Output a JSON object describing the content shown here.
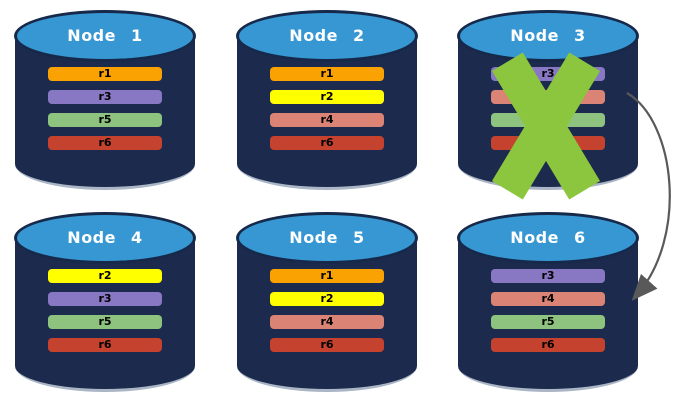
{
  "diagram": {
    "nodes": [
      {
        "label": "Node 1",
        "failed": false,
        "replicas": [
          {
            "name": "r1",
            "color": "#F9A201"
          },
          {
            "name": "r3",
            "color": "#8878C4"
          },
          {
            "name": "r5",
            "color": "#8DC37F"
          },
          {
            "name": "r6",
            "color": "#C5422E"
          }
        ]
      },
      {
        "label": "Node 2",
        "failed": false,
        "replicas": [
          {
            "name": "r1",
            "color": "#F9A201"
          },
          {
            "name": "r2",
            "color": "#FFFF00"
          },
          {
            "name": "r4",
            "color": "#DB8374"
          },
          {
            "name": "r6",
            "color": "#C5422E"
          }
        ]
      },
      {
        "label": "Node 3",
        "failed": true,
        "replicas": [
          {
            "name": "r3",
            "color": "#8878C4"
          },
          {
            "name": "r4",
            "color": "#DB8374"
          },
          {
            "name": "r5",
            "color": "#8DC37F"
          },
          {
            "name": "r6",
            "color": "#C5422E"
          }
        ]
      },
      {
        "label": "Node 4",
        "failed": false,
        "replicas": [
          {
            "name": "r2",
            "color": "#FFFF00"
          },
          {
            "name": "r3",
            "color": "#8878C4"
          },
          {
            "name": "r5",
            "color": "#8DC37F"
          },
          {
            "name": "r6",
            "color": "#C5422E"
          }
        ]
      },
      {
        "label": "Node 5",
        "failed": false,
        "replicas": [
          {
            "name": "r1",
            "color": "#F9A201"
          },
          {
            "name": "r2",
            "color": "#FFFF00"
          },
          {
            "name": "r4",
            "color": "#DB8374"
          },
          {
            "name": "r6",
            "color": "#C5422E"
          }
        ]
      },
      {
        "label": "Node 6",
        "failed": false,
        "replicas": [
          {
            "name": "r3",
            "color": "#8878C4"
          },
          {
            "name": "r4",
            "color": "#DB8374"
          },
          {
            "name": "r5",
            "color": "#8DC37F"
          },
          {
            "name": "r6",
            "color": "#C5422E"
          }
        ]
      }
    ],
    "arrow": {
      "from": "Node 3",
      "to": "Node 6"
    },
    "colors": {
      "cylinder_body": "#1C2A4D",
      "cylinder_top": "#3697D3",
      "cylinder_top_border": "#16294A",
      "failure_x": "#8CC63E",
      "arrow": "#595959",
      "title_text": "#FFFFFF",
      "bar_text": "#000000"
    }
  }
}
